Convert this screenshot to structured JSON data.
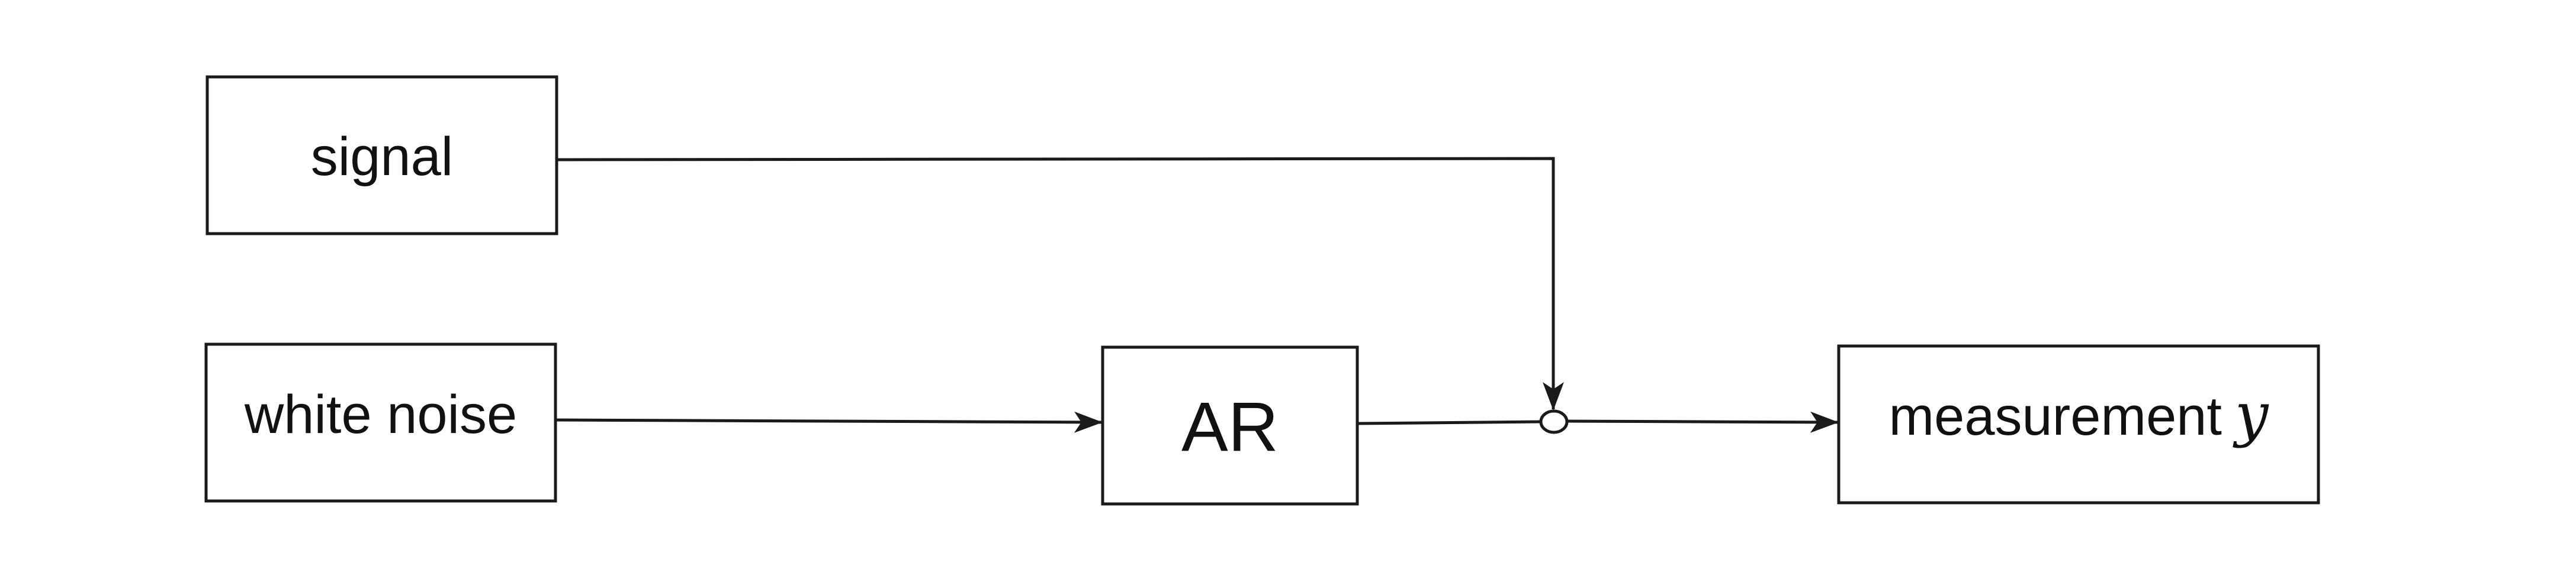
{
  "diagram": {
    "nodes": {
      "signal": {
        "label": "signal"
      },
      "white_noise": {
        "label": "white noise"
      },
      "ar": {
        "label": "AR"
      },
      "measurement": {
        "label": "measurement",
        "symbol": "y"
      }
    },
    "edges": [
      {
        "from": "signal",
        "to": "junction"
      },
      {
        "from": "white_noise",
        "to": "ar"
      },
      {
        "from": "ar",
        "to": "junction"
      },
      {
        "from": "junction",
        "to": "measurement"
      }
    ]
  }
}
